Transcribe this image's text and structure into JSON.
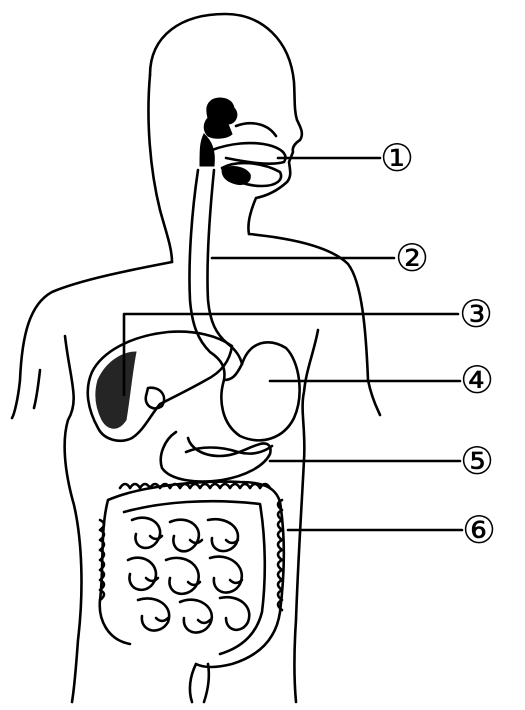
{
  "labels": [
    "①",
    "②",
    "③",
    "④",
    "⑤",
    "⑥"
  ],
  "colors": {
    "ink": "#000000",
    "paper": "#ffffff"
  }
}
